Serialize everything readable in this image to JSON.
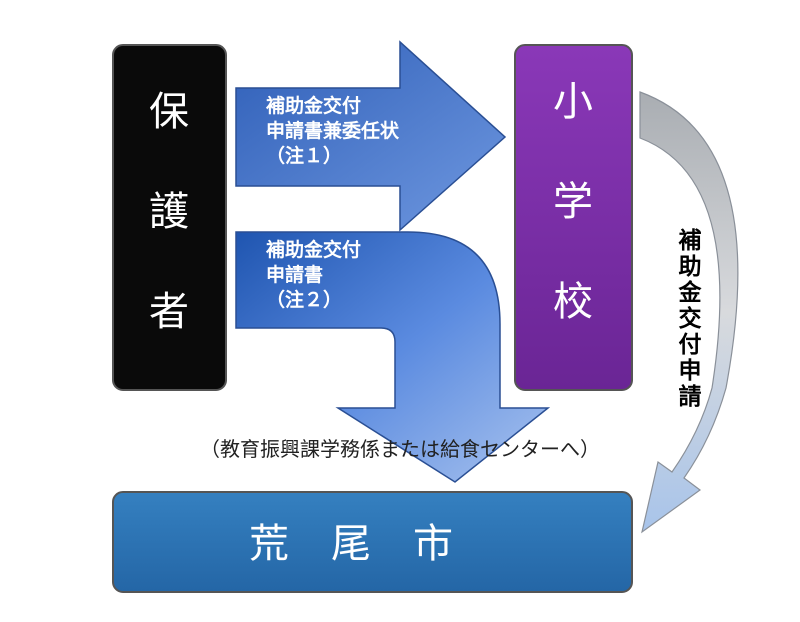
{
  "nodes": {
    "guardian": {
      "label": "保護者"
    },
    "school": {
      "label": "小学校"
    },
    "city": {
      "label": "荒尾市"
    }
  },
  "flows": {
    "guardian_to_school": {
      "lines": [
        "補助金交付",
        "申請書兼委任状",
        "（注１）"
      ]
    },
    "guardian_to_city": {
      "lines": [
        "補助金交付",
        "申請書",
        "（注２）"
      ]
    },
    "school_to_city": {
      "label": "補助金交付申請"
    }
  },
  "note": "（教育振興課学務係または給食センターへ）",
  "colors": {
    "guardian_box": "#0a0a0a",
    "school_box": "#7a2fa5",
    "city_box": "#2b78b8",
    "arrow_blue": "#4a7fd0",
    "arrow_gray": "#b8bcc0"
  }
}
